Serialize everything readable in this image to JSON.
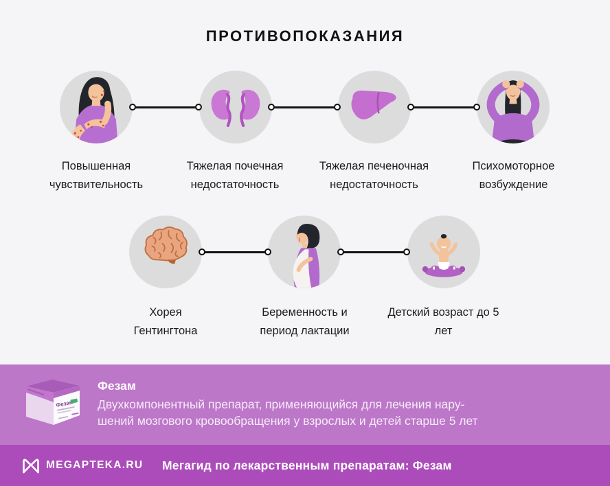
{
  "title": "ПРОТИВОПОКАЗАНИЯ",
  "contraindications": [
    {
      "label": "Повышенная чувствительность",
      "icon": "woman-rash-icon"
    },
    {
      "label": "Тяжелая почечная недостаточность",
      "icon": "kidneys-icon"
    },
    {
      "label": "Тяжелая печеночная недостаточность",
      "icon": "liver-icon"
    },
    {
      "label": "Психомоторное возбуждение",
      "icon": "panic-woman-icon"
    },
    {
      "label": "Хорея Гентингтона",
      "icon": "brain-icon"
    },
    {
      "label": "Беременность и период лактации",
      "icon": "pregnant-woman-icon"
    },
    {
      "label": "Детский возраст до 5 лет",
      "icon": "baby-icon"
    }
  ],
  "product_card": {
    "name": "Фезам",
    "description_lines": [
      "Двухкомпонентный препарат, применяющийся для лечения нару-",
      "шений мозгового кровообращения у взрослых и детей старше 5 лет"
    ],
    "box_label": "Фезам"
  },
  "footer": {
    "brand": "MEGAPTEKA.RU",
    "tagline": "Мегагид по лекарственным препаратам: Фезам"
  },
  "colors": {
    "page_background": "#f5f4f6",
    "circle_background": "#dcdcdd",
    "illustration_purple": "#b66fd0",
    "banner_background": "#bd77c9",
    "footer_background": "#ac4cba",
    "connector_black": "#111111",
    "text_dark": "#1c1c1c",
    "text_light": "#ffffff"
  }
}
